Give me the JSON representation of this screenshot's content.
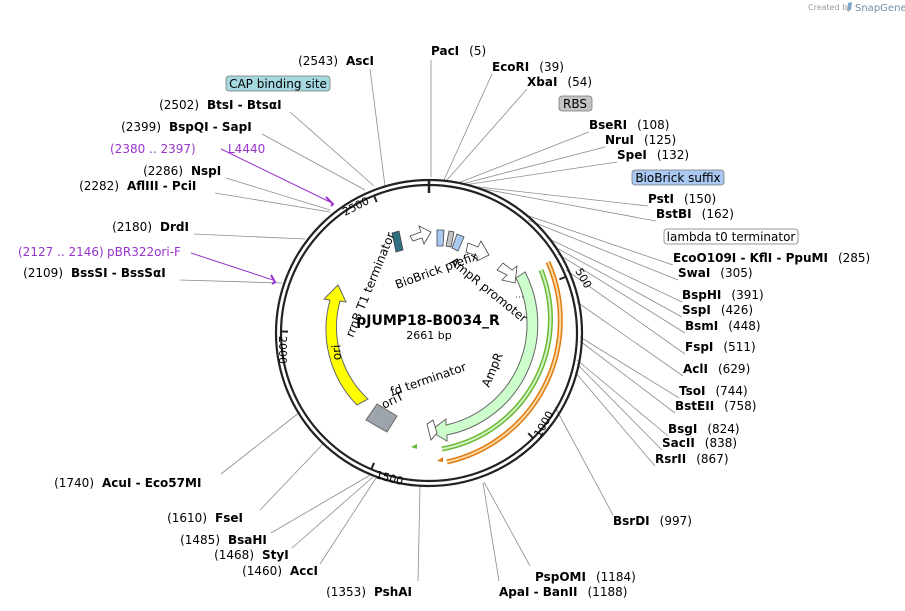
{
  "credit": {
    "prefix": "Created by",
    "brand": "SnapGene"
  },
  "map": {
    "name": "pJUMP18-B0034_R",
    "size_label": "2661 bp",
    "length": 2661,
    "ticks": [
      {
        "value": 500,
        "label": "500"
      },
      {
        "value": 1000,
        "label": "1000"
      },
      {
        "value": 1500,
        "label": "1500"
      },
      {
        "value": 2000,
        "label": "2000"
      },
      {
        "value": 2500,
        "label": "2500"
      }
    ]
  },
  "sites": [
    {
      "name": "AscI",
      "pos": "(2543)"
    },
    {
      "name": "PacI",
      "pos": "(5)"
    },
    {
      "name": "EcoRI",
      "pos": "(39)"
    },
    {
      "name": "XbaI",
      "pos": "(54)"
    },
    {
      "name": "BtsI - BtsαI",
      "pos": "(2502)"
    },
    {
      "name": "BseRI",
      "pos": "(108)"
    },
    {
      "name": "BspQI - SapI",
      "pos": "(2399)"
    },
    {
      "name": "NruI",
      "pos": "(125)"
    },
    {
      "name": "SpeI",
      "pos": "(132)"
    },
    {
      "name": "NspI",
      "pos": "(2286)"
    },
    {
      "name": "AflIII - PciI",
      "pos": "(2282)"
    },
    {
      "name": "PstI",
      "pos": "(150)"
    },
    {
      "name": "BstBI",
      "pos": "(162)"
    },
    {
      "name": "DrdI",
      "pos": "(2180)"
    },
    {
      "name": "EcoO109I - KflI - PpuMI",
      "pos": "(285)"
    },
    {
      "name": "BssSI - BssSαI",
      "pos": "(2109)"
    },
    {
      "name": "SwaI",
      "pos": "(305)"
    },
    {
      "name": "BspHI",
      "pos": "(391)"
    },
    {
      "name": "SspI",
      "pos": "(426)"
    },
    {
      "name": "BsmI",
      "pos": "(448)"
    },
    {
      "name": "FspI",
      "pos": "(511)"
    },
    {
      "name": "AclI",
      "pos": "(629)"
    },
    {
      "name": "TsoI",
      "pos": "(744)"
    },
    {
      "name": "BstEII",
      "pos": "(758)"
    },
    {
      "name": "BsgI",
      "pos": "(824)"
    },
    {
      "name": "SacII",
      "pos": "(838)"
    },
    {
      "name": "RsrII",
      "pos": "(867)"
    },
    {
      "name": "AcuI - Eco57MI",
      "pos": "(1740)"
    },
    {
      "name": "BsrDI",
      "pos": "(997)"
    },
    {
      "name": "FseI",
      "pos": "(1610)"
    },
    {
      "name": "BsaHI",
      "pos": "(1485)"
    },
    {
      "name": "StyI",
      "pos": "(1468)"
    },
    {
      "name": "AccI",
      "pos": "(1460)"
    },
    {
      "name": "PspOMI",
      "pos": "(1184)"
    },
    {
      "name": "ApaI - BanII",
      "pos": "(1188)"
    },
    {
      "name": "PshAI",
      "pos": "(1353)"
    }
  ],
  "primers": [
    {
      "name": "L4440",
      "range": "(2380 .. 2397)"
    },
    {
      "name": "pBR322ori-F",
      "range": "(2127 .. 2146)"
    }
  ],
  "feature_callouts": [
    {
      "label": "CAP binding site",
      "color": "#a6d8e0"
    },
    {
      "label": "RBS",
      "color": "#c4c4c4"
    },
    {
      "label": "BioBrick suffix",
      "color": "#a9c8f2"
    },
    {
      "label": "lambda t0 terminator",
      "color": "#ffffff"
    }
  ],
  "features": [
    {
      "label": "rrnB T1 terminator"
    },
    {
      "label": "BioBrick prefix"
    },
    {
      "label": "AmpR promoter"
    },
    {
      "label": "AmpR",
      "color": "#ccffcc"
    },
    {
      "label": "ori",
      "color": "#ffff00"
    },
    {
      "label": "oriT",
      "color": "#9ea4ab"
    },
    {
      "label": "fd terminator"
    }
  ],
  "colors": {
    "backbone": "#222222",
    "ampr_fill": "#ccffcc",
    "ori_fill": "#ffff00",
    "orit_fill": "#9ea4ab",
    "green_orf": "#66bb33",
    "orange_orf": "#e07a10",
    "primer": "#9933cc"
  }
}
